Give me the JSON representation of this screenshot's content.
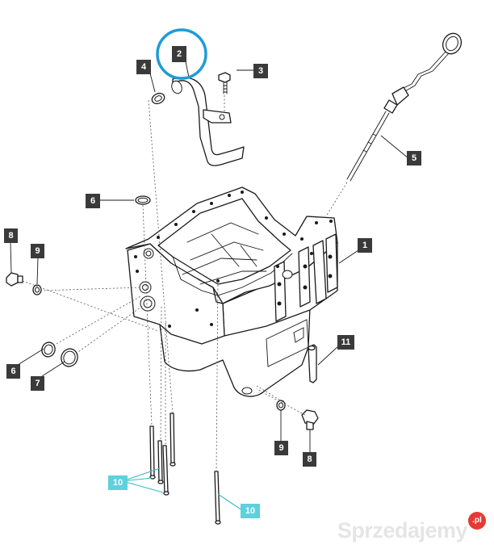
{
  "callouts": [
    {
      "id": "c2",
      "label": "2",
      "style": "dark"
    },
    {
      "id": "c3",
      "label": "3",
      "style": "dark"
    },
    {
      "id": "c4",
      "label": "4",
      "style": "dark"
    },
    {
      "id": "c5",
      "label": "5",
      "style": "dark"
    },
    {
      "id": "c1",
      "label": "1",
      "style": "dark"
    },
    {
      "id": "c6a",
      "label": "6",
      "style": "dark"
    },
    {
      "id": "c8a",
      "label": "8",
      "style": "dark"
    },
    {
      "id": "c9a",
      "label": "9",
      "style": "dark"
    },
    {
      "id": "c6b",
      "label": "6",
      "style": "dark"
    },
    {
      "id": "c7",
      "label": "7",
      "style": "dark"
    },
    {
      "id": "c11",
      "label": "11",
      "style": "dark"
    },
    {
      "id": "c9b",
      "label": "9",
      "style": "dark"
    },
    {
      "id": "c8b",
      "label": "8",
      "style": "dark"
    },
    {
      "id": "c10a",
      "label": "10",
      "style": "teal"
    },
    {
      "id": "c10b",
      "label": "10",
      "style": "teal"
    }
  ],
  "colors": {
    "dark_callout": "#3a3a3a",
    "teal_callout": "#5fd0dc",
    "highlight_circle": "#1e9bd7",
    "watermark_dot": "#e53935"
  },
  "watermark": {
    "text": "Sprzedajemy",
    "badge": ".pl"
  }
}
